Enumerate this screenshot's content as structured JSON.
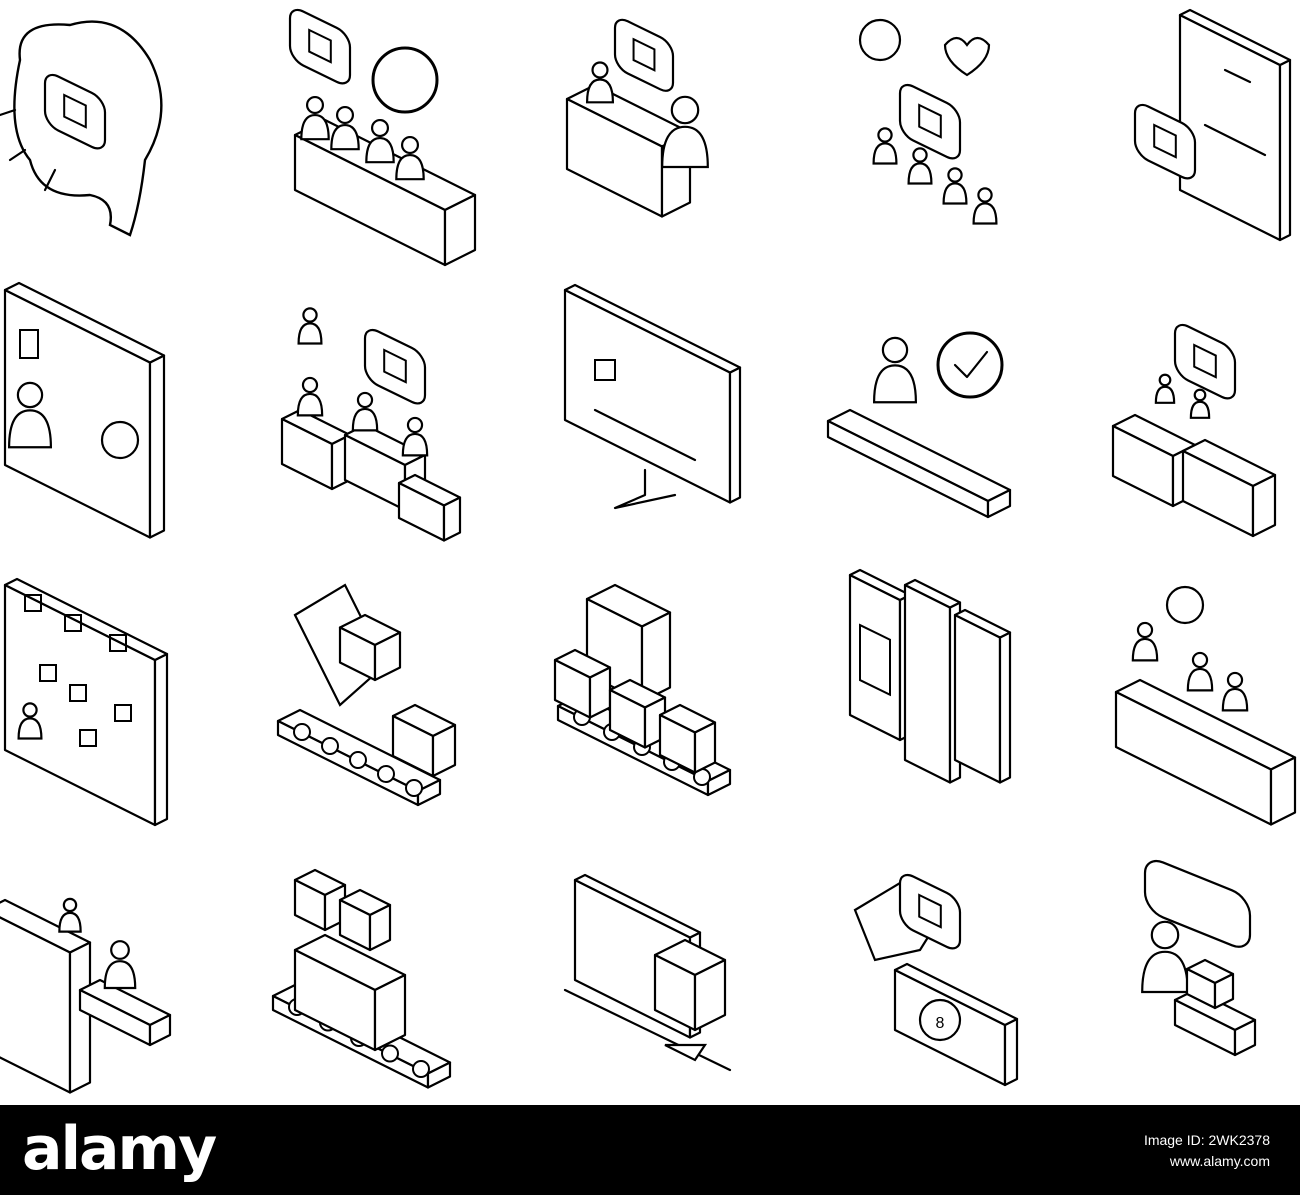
{
  "colors": {
    "stroke": "#000000",
    "fill": "#ffffff",
    "shade": "#ffffff",
    "footer": "#000000",
    "footer_text": "#ffffff"
  },
  "icons": [
    {
      "name": "brain-chat-icon",
      "badge": ""
    },
    {
      "name": "conference-meeting-icon",
      "badge": ""
    },
    {
      "name": "presentation-speaker-icon",
      "badge": ""
    },
    {
      "name": "team-emotions-icon",
      "badge": ""
    },
    {
      "name": "document-chat-icon",
      "badge": ""
    },
    {
      "name": "planning-board-icon",
      "badge": ""
    },
    {
      "name": "team-workstations-icon",
      "badge": ""
    },
    {
      "name": "computer-monitor-icon",
      "badge": ""
    },
    {
      "name": "approval-check-icon",
      "badge": ""
    },
    {
      "name": "factory-chat-icon",
      "badge": ""
    },
    {
      "name": "warehouse-board-icon",
      "badge": ""
    },
    {
      "name": "robotic-arm-icon",
      "badge": ""
    },
    {
      "name": "packaging-line-icon",
      "badge": ""
    },
    {
      "name": "product-pack-icon",
      "badge": ""
    },
    {
      "name": "group-search-icon",
      "badge": ""
    },
    {
      "name": "manufacturing-plant-icon",
      "badge": ""
    },
    {
      "name": "conveyor-boxes-icon",
      "badge": ""
    },
    {
      "name": "delivery-truck-icon",
      "badge": ""
    },
    {
      "name": "payment-hand-icon",
      "badge": "8"
    },
    {
      "name": "customer-rating-icon",
      "badge": ""
    }
  ],
  "watermark": {
    "brand": "alamy",
    "image_id": "Image ID: 2WK2378",
    "url": "www.alamy.com"
  }
}
